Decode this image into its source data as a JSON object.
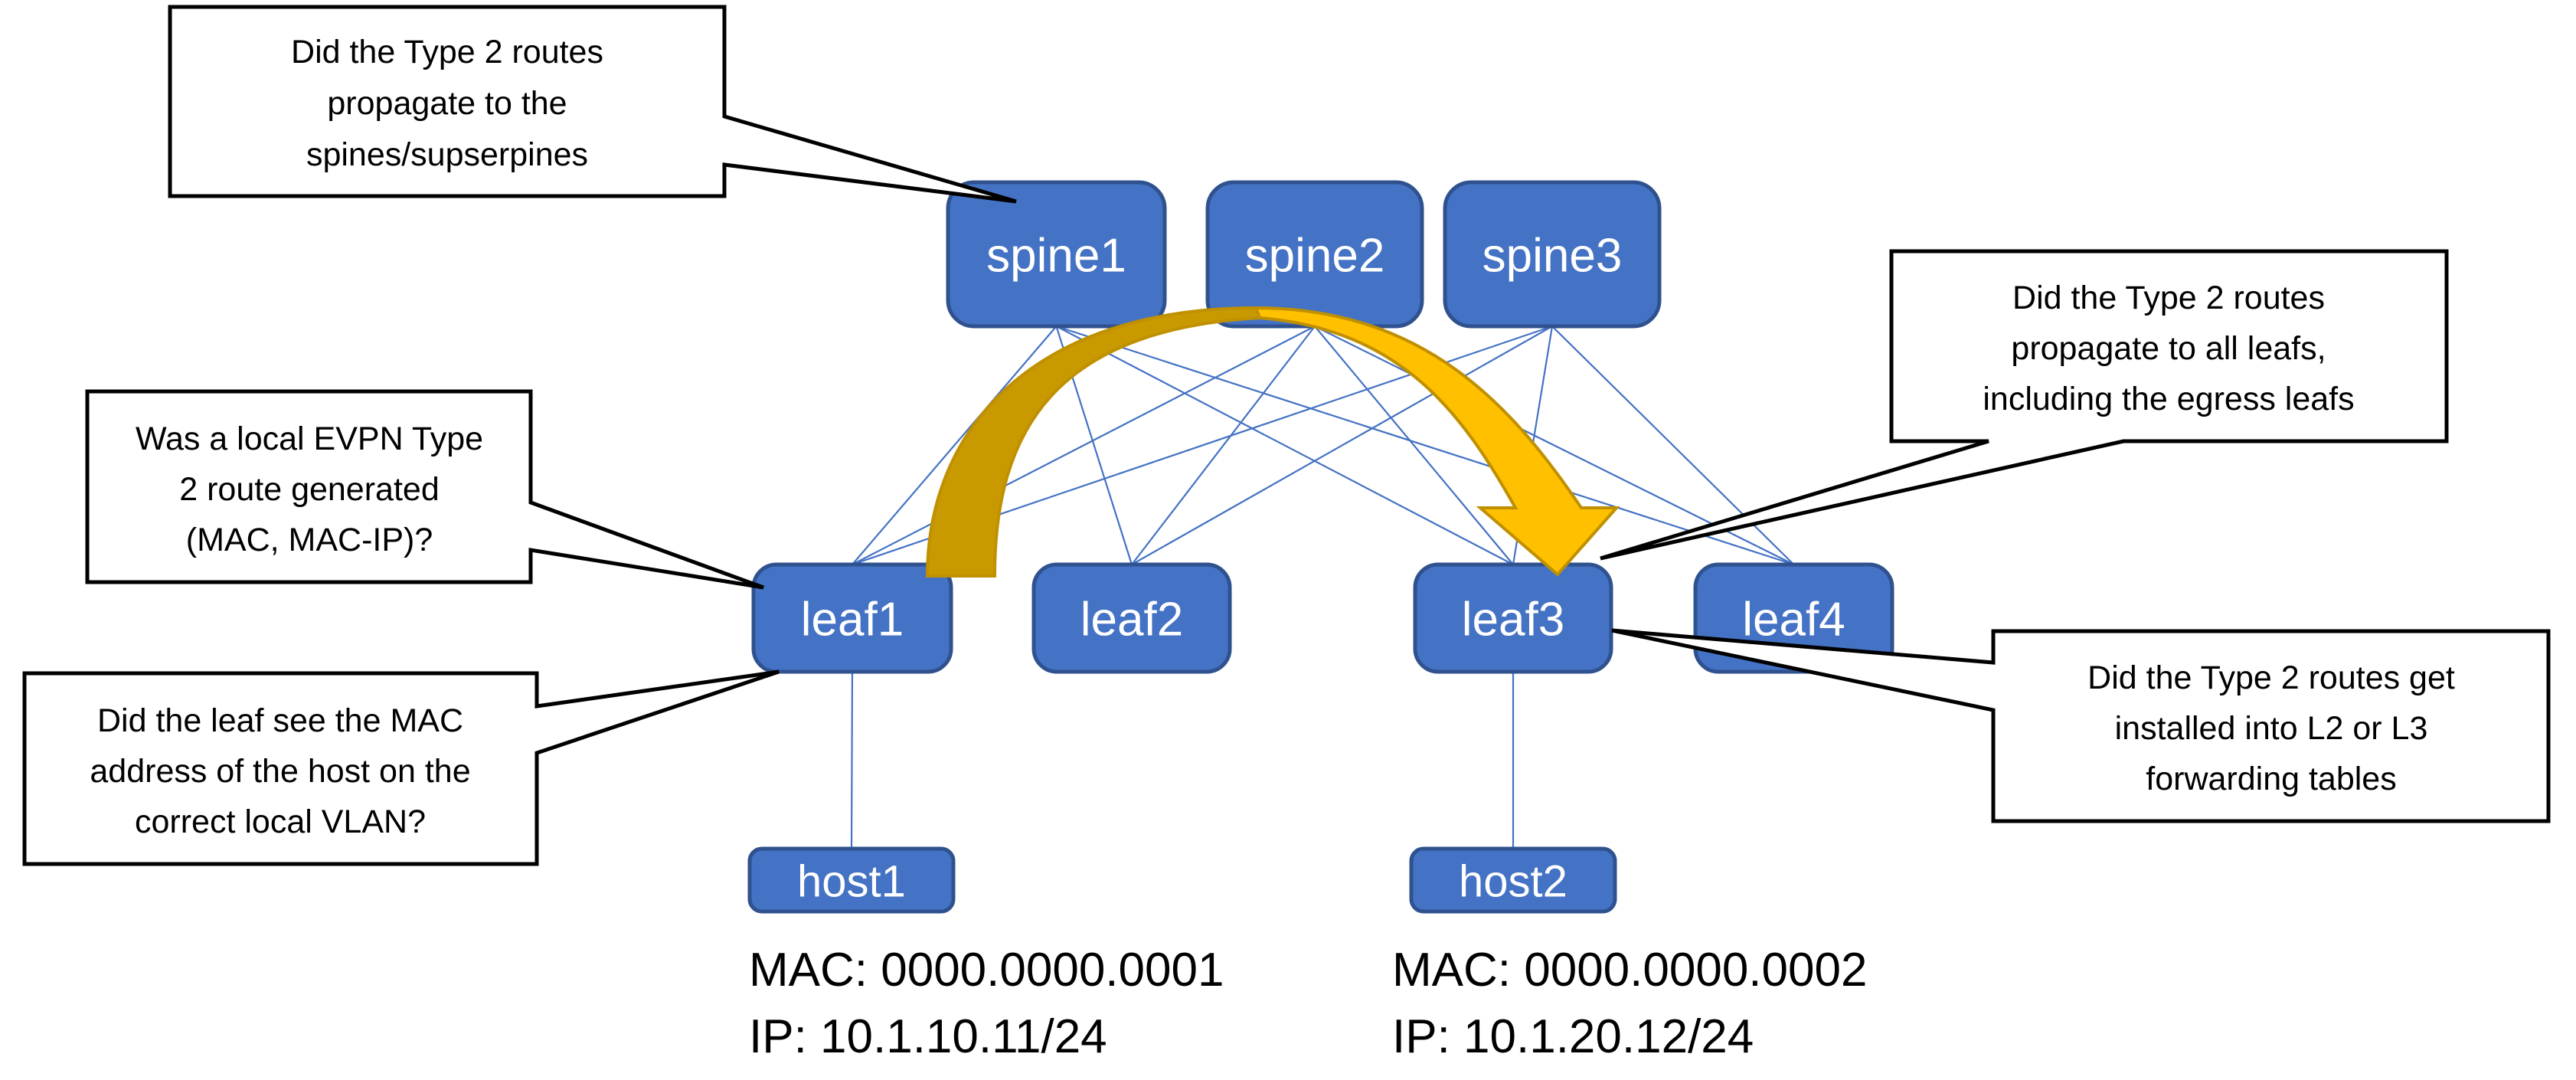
{
  "colors": {
    "node_fill": "#4472C4",
    "node_stroke": "#2F528F",
    "link": "#4472C4",
    "callout_stroke": "#000000",
    "callout_fill": "#FFFFFF",
    "arrow_back": "#C99900",
    "arrow_front": "#FFC000",
    "arrow_outline": "#BF9000"
  },
  "spines": [
    {
      "id": "spine1",
      "label": "spine1"
    },
    {
      "id": "spine2",
      "label": "spine2"
    },
    {
      "id": "spine3",
      "label": "spine3"
    }
  ],
  "leafs": [
    {
      "id": "leaf1",
      "label": "leaf1"
    },
    {
      "id": "leaf2",
      "label": "leaf2"
    },
    {
      "id": "leaf3",
      "label": "leaf3"
    },
    {
      "id": "leaf4",
      "label": "leaf4"
    }
  ],
  "hosts": [
    {
      "id": "host1",
      "label": "host1",
      "attached_to": "leaf1",
      "mac": "MAC: 0000.0000.0001",
      "ip": "IP: 10.1.10.11/24"
    },
    {
      "id": "host2",
      "label": "host2",
      "attached_to": "leaf3",
      "mac": "MAC: 0000.0000.0002",
      "ip": "IP: 10.1.20.12/24"
    }
  ],
  "fabric_links": "full-mesh spine-to-leaf",
  "route_flow_arrow": {
    "from": "leaf1",
    "to": "leaf3"
  },
  "callouts": [
    {
      "id": "spines-propagation",
      "target": "spine1",
      "lines": [
        "Did the Type 2 routes",
        "propagate to the",
        "spines/supserpines"
      ]
    },
    {
      "id": "leafs-propagation",
      "target": "leaf3",
      "lines": [
        "Did the Type 2 routes",
        "propagate to all leafs,",
        "including the egress leafs"
      ]
    },
    {
      "id": "local-route-generated",
      "target": "leaf1",
      "lines": [
        "Was a local EVPN Type",
        "2 route generated",
        "(MAC, MAC-IP)?"
      ]
    },
    {
      "id": "mac-learned",
      "target": "leaf1",
      "lines": [
        "Did the leaf see the MAC",
        "address of the host on the",
        "correct local VLAN?"
      ]
    },
    {
      "id": "routes-installed",
      "target": "leaf3",
      "lines": [
        "Did the Type 2 routes get",
        "installed into L2 or L3",
        "forwarding tables"
      ]
    }
  ]
}
